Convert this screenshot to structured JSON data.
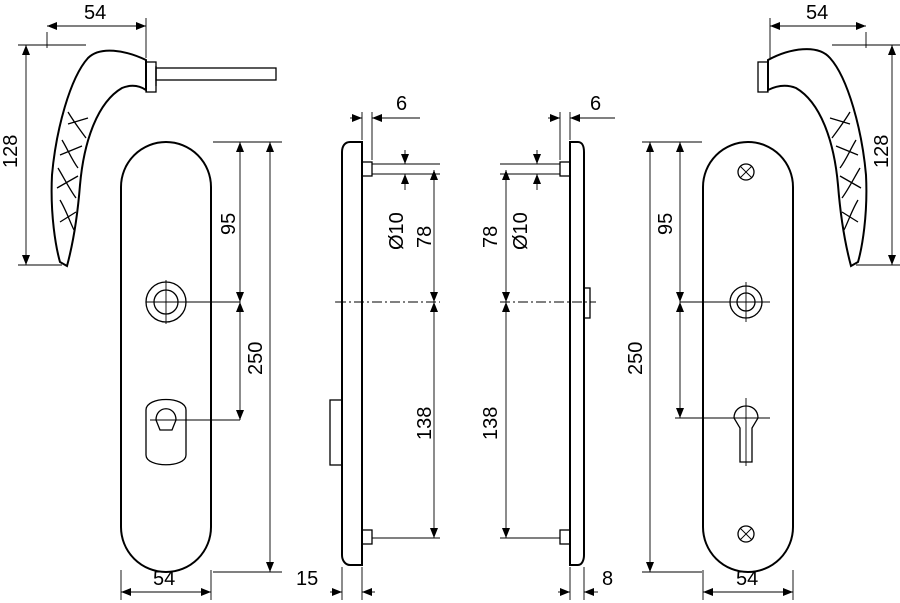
{
  "dimensions": {
    "handle_width_left": "54",
    "handle_height_left": "128",
    "handle_width_right": "54",
    "handle_height_right": "128",
    "plate_width_left": "54",
    "plate_width_right": "54",
    "plate_height_left": "250",
    "plate_height_right": "250",
    "spacing_top_left": "95",
    "spacing_top_right": "95",
    "side_outer_thickness": "15",
    "side_inner_thickness": "8",
    "side_lip_left": "6",
    "side_lip_right": "6",
    "bore_left": "Ø10",
    "bore_right": "Ø10",
    "upper_left": "78",
    "upper_right": "78",
    "lower_left": "138",
    "lower_right": "138"
  },
  "colors": {
    "line": "#000000",
    "background": "#ffffff"
  }
}
